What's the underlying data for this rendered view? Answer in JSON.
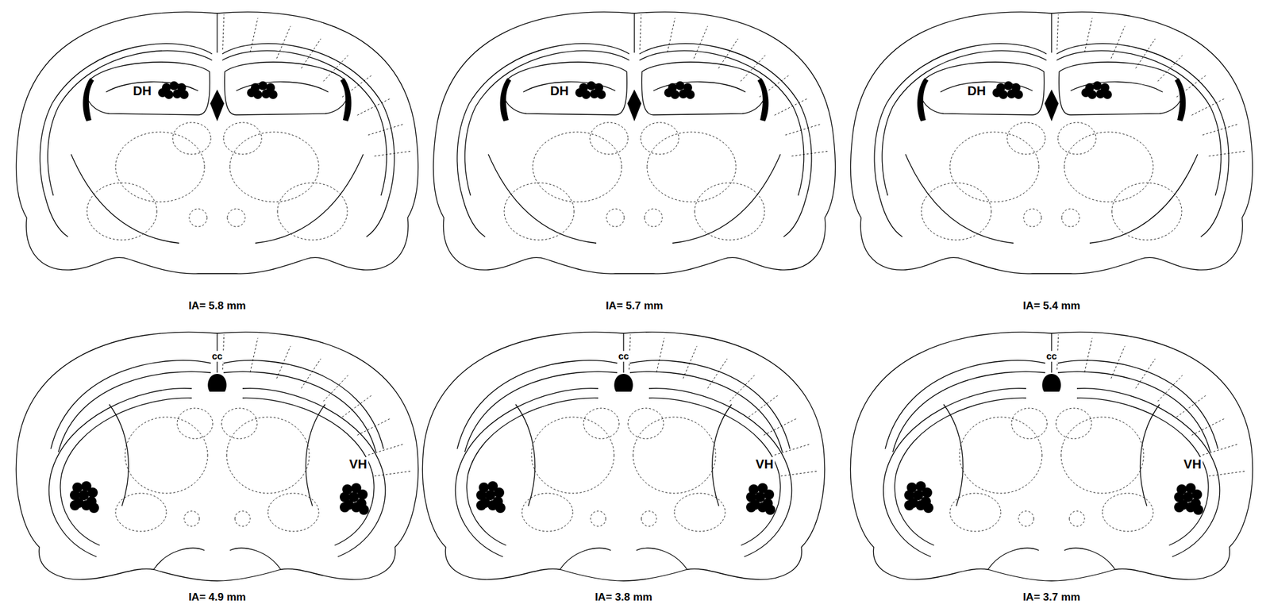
{
  "diagram": {
    "labels": [
      "DH",
      "IA= 5.8 mm",
      "DH",
      "IA= 5.7 mm",
      "DH",
      "IA= 5.4 mm",
      "cc",
      "VH",
      "IA= 4.9 mm",
      "cc",
      "VH",
      "IA= 3.8 mm",
      "cc",
      "VH",
      "IA= 3.7 mm"
    ]
  }
}
